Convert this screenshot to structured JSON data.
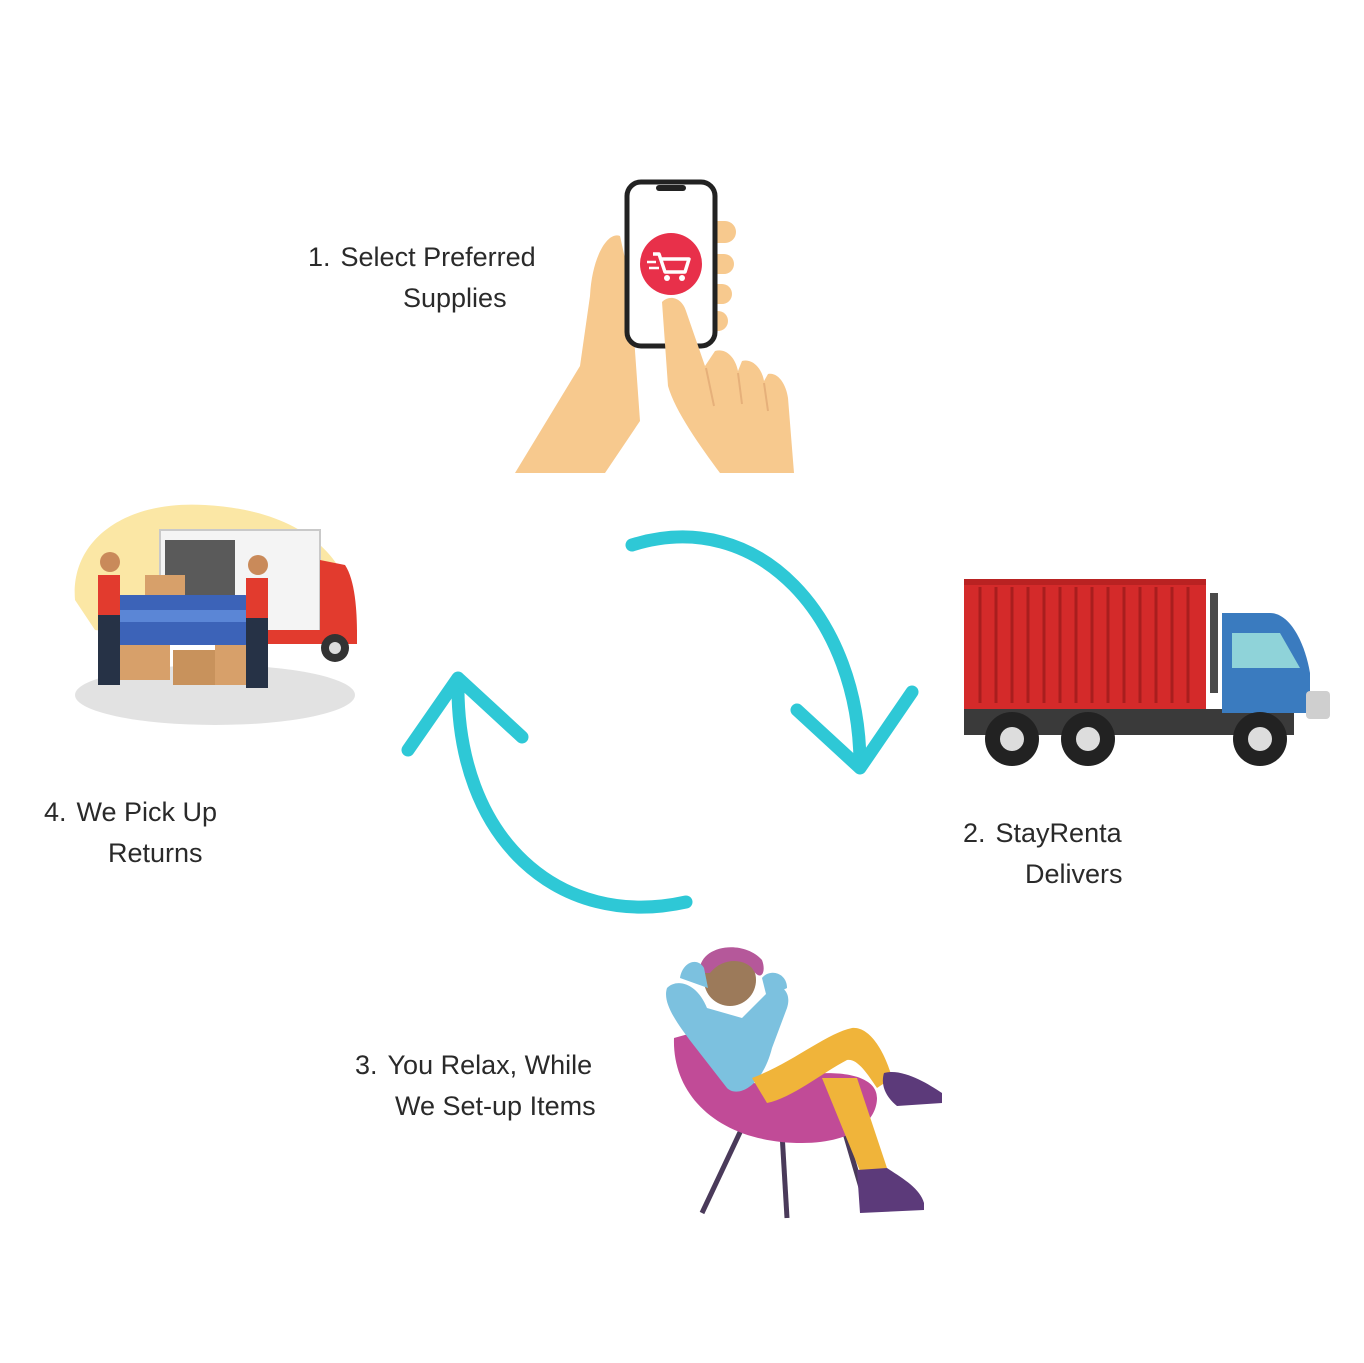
{
  "steps": [
    {
      "number": "1.",
      "line1": "Select Preferred",
      "line2": "Supplies",
      "icon": "hand-phone-cart-icon"
    },
    {
      "number": "2.",
      "line1": "StayRenta",
      "line2": "Delivers",
      "icon": "delivery-truck-icon"
    },
    {
      "number": "3.",
      "line1": "You Relax, While",
      "line2": "We Set-up Items",
      "icon": "relaxing-person-icon"
    },
    {
      "number": "4.",
      "line1": "We Pick Up",
      "line2": "Returns",
      "icon": "movers-van-icon"
    }
  ],
  "colors": {
    "arrow": "#2ec8d6",
    "skin": "#f7c98e",
    "cart_badge": "#e8304a",
    "truck_container": "#d42a2a",
    "truck_cab": "#3a7bbf",
    "van_red": "#e23b2e",
    "sofa": "#3c63b8",
    "chair": "#c14b97",
    "pants": "#f0b43a",
    "shirt": "#7cc1df"
  }
}
